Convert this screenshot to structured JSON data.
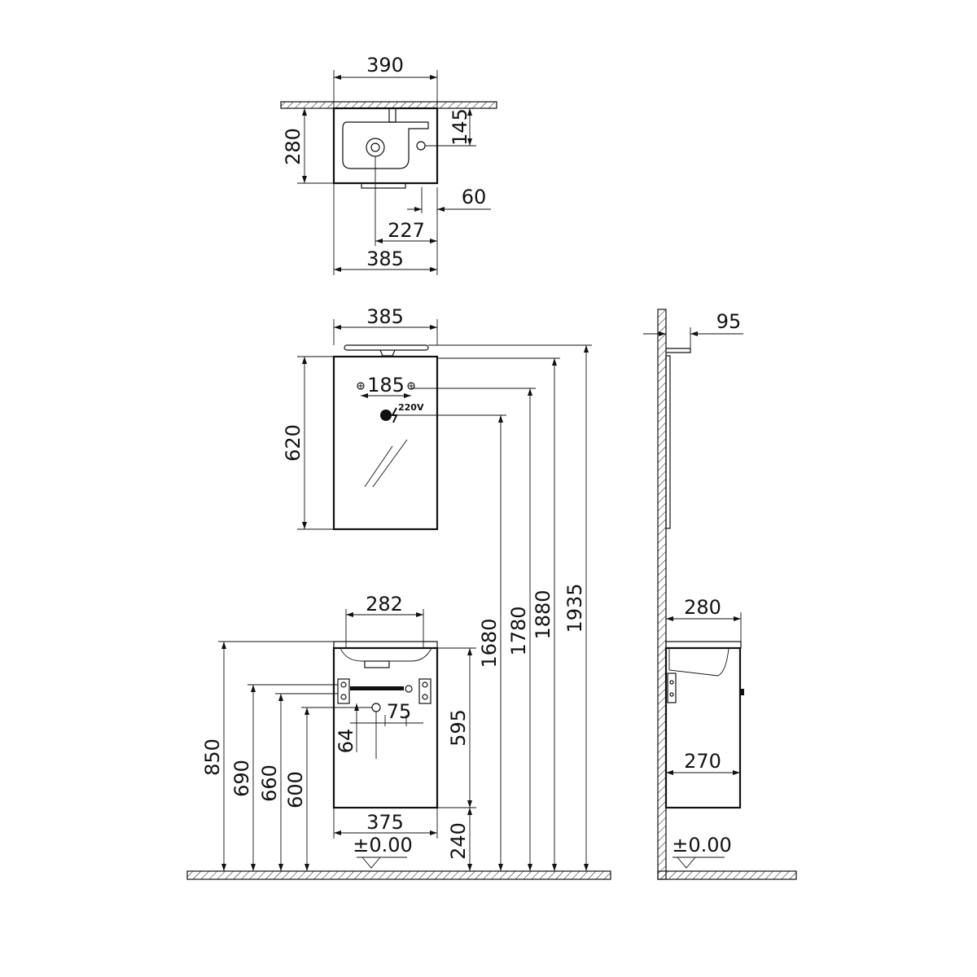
{
  "top_view": {
    "width_390": "390",
    "depth_280": "280",
    "tap_offset_145": "145",
    "offset_60": "60",
    "offset_227": "227",
    "width_385": "385"
  },
  "mirror_view": {
    "width_385": "385",
    "height_620": "620",
    "fixing_185": "185",
    "power_label": "220V"
  },
  "cabinet_front": {
    "basin_width_282": "282",
    "fixing_75": "75",
    "drain_64": "64",
    "height_595": "595",
    "width_375": "375",
    "floor_gap_240": "240",
    "floor_level": "±0.00",
    "height_850": "850",
    "height_690": "690",
    "height_660": "660",
    "height_600": "600",
    "height_1680": "1680",
    "height_1780": "1780",
    "height_1880": "1880",
    "height_1935": "1935"
  },
  "side_view": {
    "light_depth_95": "95",
    "basin_depth_280": "280",
    "cabinet_depth_270": "270",
    "floor_level": "±0.00"
  },
  "colors": {
    "line": "#111111",
    "background": "#ffffff"
  }
}
